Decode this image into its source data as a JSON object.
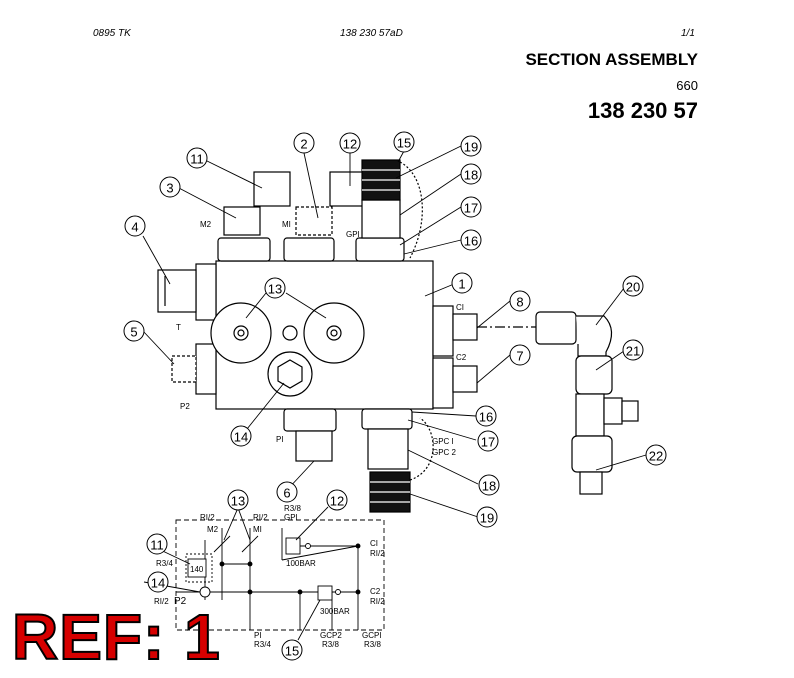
{
  "header": {
    "left": "0895  TK",
    "middle": "138 230 57aD",
    "right": "1/1"
  },
  "title": "SECTION ASSEMBLY",
  "code": "660",
  "part_number": "138 230 57",
  "ref_stamp": "REF: 1",
  "balloons": [
    "11",
    "2",
    "12",
    "15",
    "19",
    "3",
    "18",
    "17",
    "4",
    "16",
    "1",
    "20",
    "13",
    "8",
    "5",
    "21",
    "7",
    "14",
    "16",
    "17",
    "6",
    "18",
    "22",
    "19",
    "13",
    "12",
    "11",
    "14",
    "15"
  ],
  "drawing_labels": {
    "m2": "M2",
    "mi": "MI",
    "gpi": "GPI",
    "t": "T",
    "p2": "P2",
    "c1": "CI",
    "c2": "C2",
    "pi": "PI",
    "gpc1": "GPC I",
    "gpc2": "GPC 2"
  },
  "schematic_labels": {
    "r12_a": "RI/2",
    "m2": "M2",
    "r12_b": "RI/2",
    "mi": "MI",
    "r38_a": "R3/8",
    "gpi": "GPI",
    "r34_a": "R3/4",
    "v140": "140",
    "bar100": "100BAR",
    "c1": "CI",
    "r12_c": "RI/2",
    "p2": "P2",
    "r12_d": "RI/2",
    "bar300": "300BAR",
    "c2": "C2",
    "r12_e": "RI/2",
    "pi": "PI",
    "r34_b": "R3/4",
    "gcp2": "GCP2",
    "r38_b": "R3/8",
    "gcpi": "GCPI",
    "r38_c": "R3/8"
  }
}
